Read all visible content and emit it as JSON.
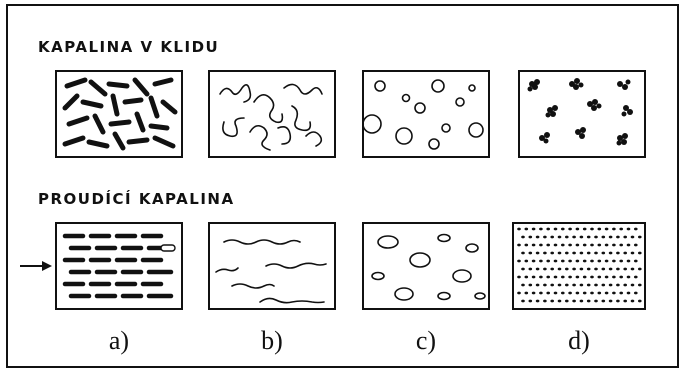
{
  "headings": {
    "rest": "KAPALINA V KLIDU",
    "flow": "PROUDÍCÍ KAPALINA"
  },
  "captions": [
    "a)",
    "b)",
    "c)",
    "d)"
  ],
  "colors": {
    "ink": "#111111",
    "background": "#ffffff"
  }
}
